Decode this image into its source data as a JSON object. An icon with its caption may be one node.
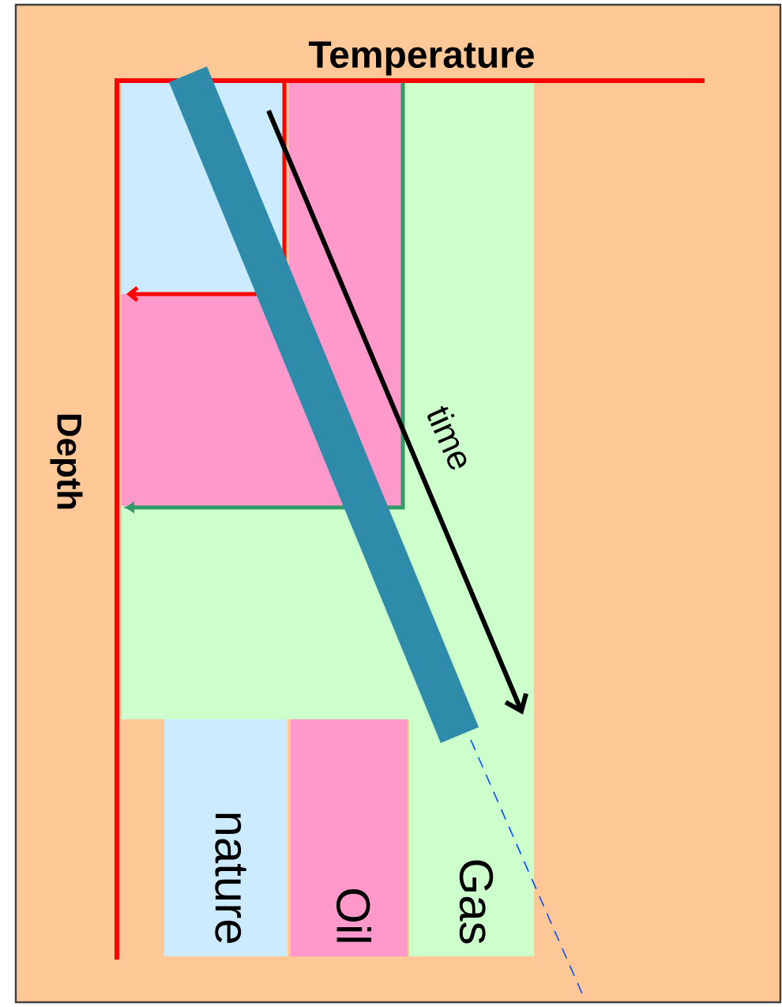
{
  "diagram": {
    "title": "Temperature",
    "nodes": [
      {
        "text": [
          "nature"
        ]
      },
      {
        "text": [
          "Oil"
        ]
      },
      {
        "text": [
          "Gas"
        ]
      }
    ],
    "labels": [
      "Depth",
      "time"
    ]
  }
}
